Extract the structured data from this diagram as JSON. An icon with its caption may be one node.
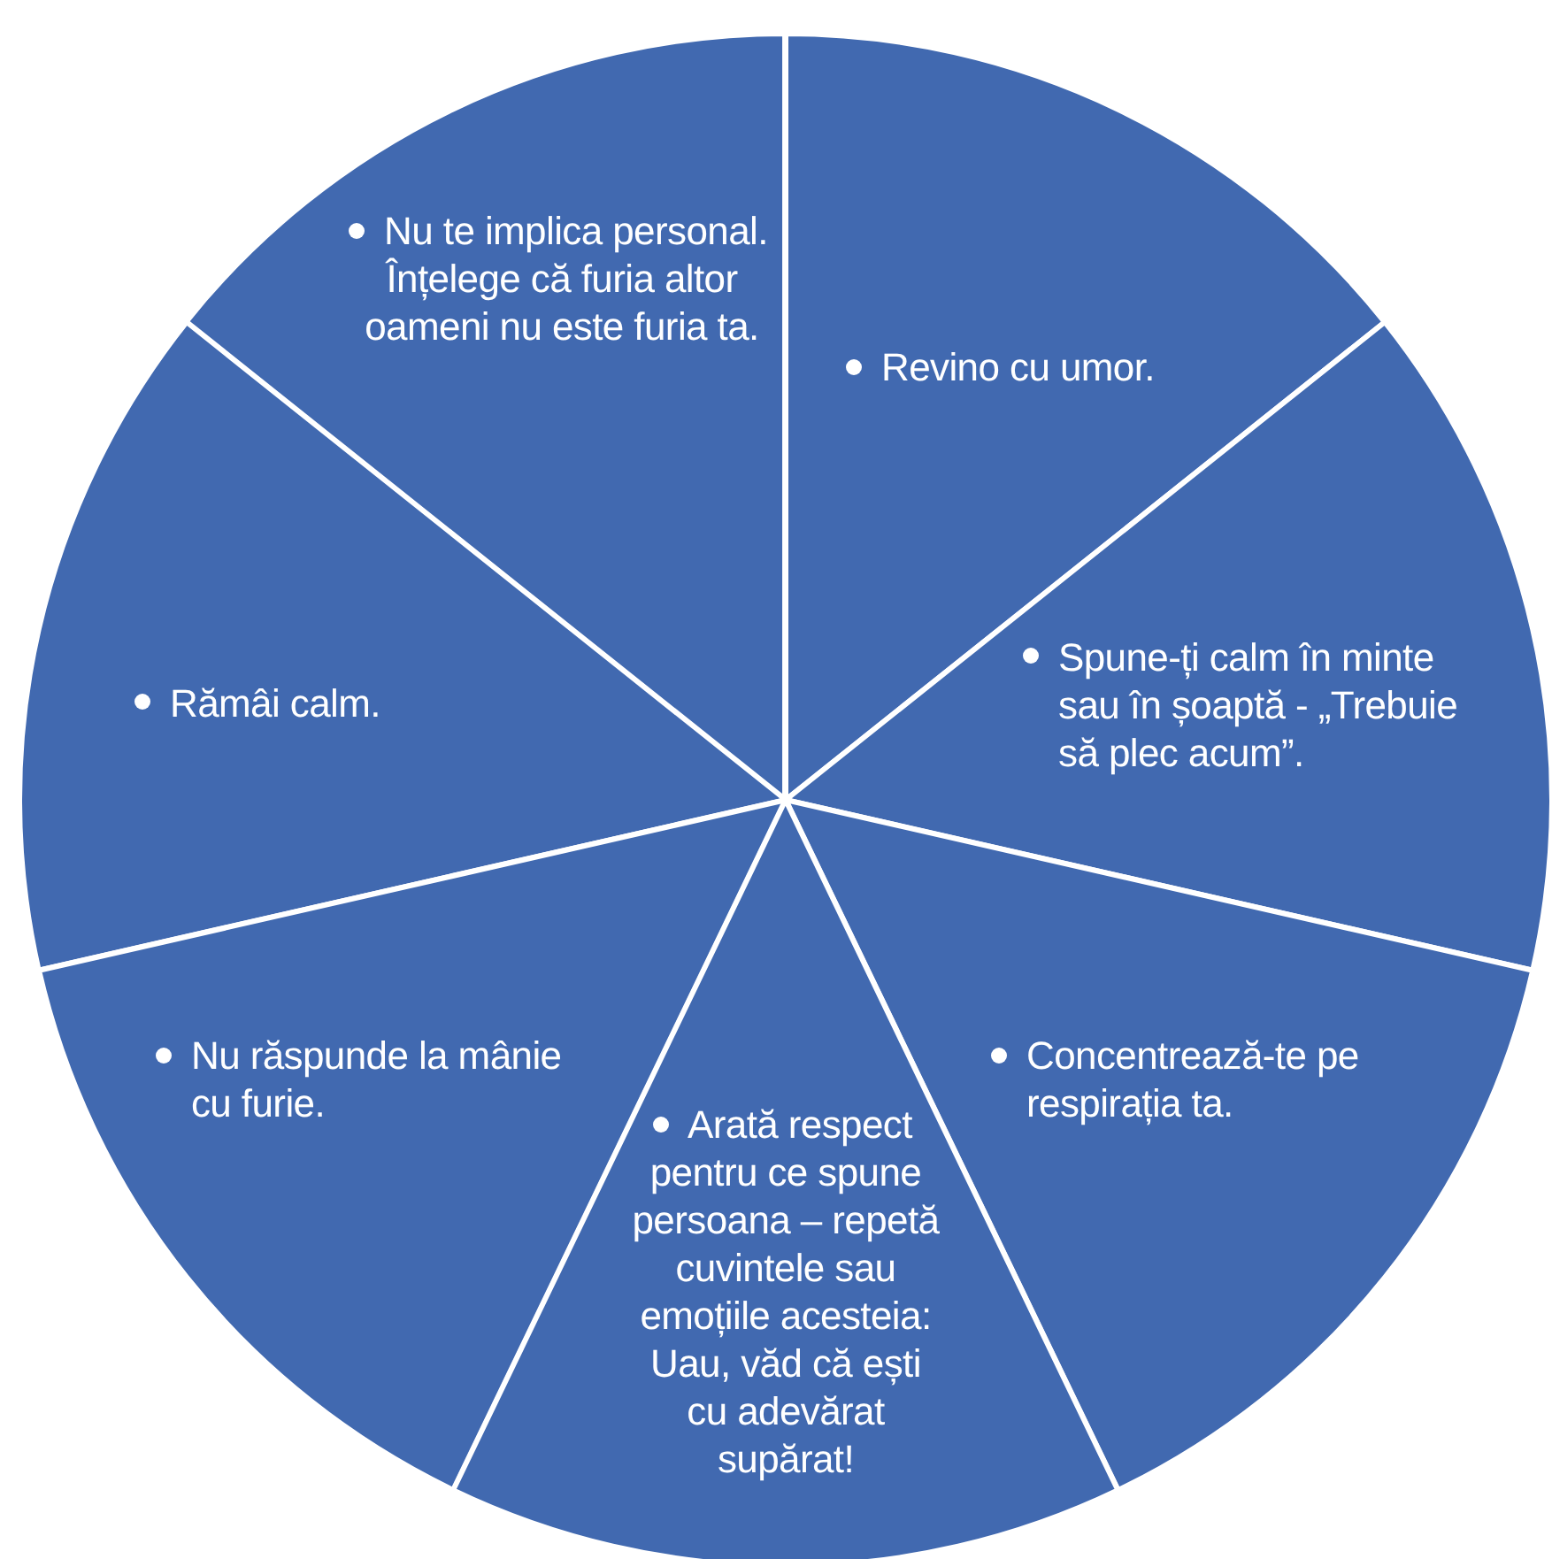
{
  "diagram": {
    "nodes": [
      {
        "text": [
          "Nu te implica personal. Înțelege că furia altor oameni nu este furia ta."
        ]
      },
      {
        "text": [
          "Revino cu umor."
        ]
      },
      {
        "text": [
          "Rămâi calm."
        ]
      },
      {
        "text": [
          "Spune-ți calm în minte sau în șoaptă - „Trebuie să plec acum”."
        ]
      },
      {
        "text": [
          "Concentrează-te pe respirația ta."
        ]
      },
      {
        "text": [
          "Nu răspunde la mânie cu furie."
        ]
      },
      {
        "text": [
          "Arată respect pentru ce spune persoana – repetă cuvintele sau emoțiile acesteia: Uau, văd că ești cu adevărat supărat!"
        ]
      }
    ]
  }
}
